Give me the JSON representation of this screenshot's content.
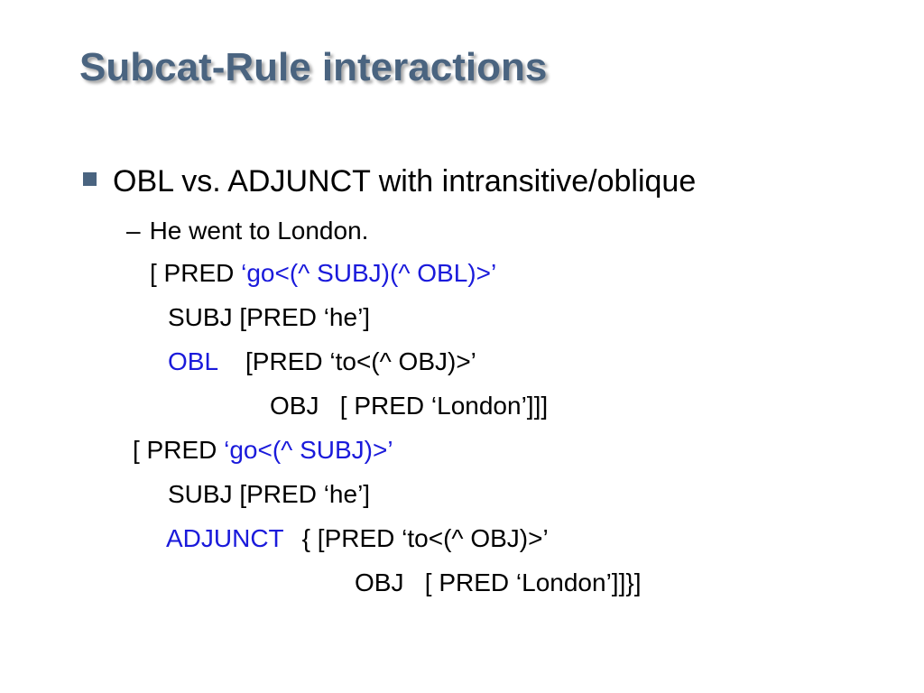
{
  "slide": {
    "title": "Subcat-Rule interactions",
    "bullet_text": "OBL vs. ADJUNCT with intransitive/oblique",
    "sub_bullet_dash": "–",
    "sub_bullet_text": "He went to London.",
    "example1": {
      "line1_prefix": "[ PRED ",
      "line1_pred": "‘go<(^ SUBJ)(^ OBL)>’",
      "line2": "SUBJ [PRED ‘he’]",
      "line3_key": "OBL",
      "line3_value": "[PRED ‘to<(^ OBJ)>’",
      "line4": "OBJ   [ PRED ‘London’]]]"
    },
    "example2": {
      "line1_prefix": "[ PRED ",
      "line1_pred": "‘go<(^ SUBJ)>’",
      "line2": "SUBJ [PRED ‘he’]",
      "line3_key": "ADJUNCT",
      "line3_value": "{ [PRED ‘to<(^ OBJ)>’",
      "line4": "OBJ   [ PRED ‘London’]]}]"
    },
    "colors": {
      "title": "#4a6480",
      "highlight": "#1a1adb"
    }
  }
}
